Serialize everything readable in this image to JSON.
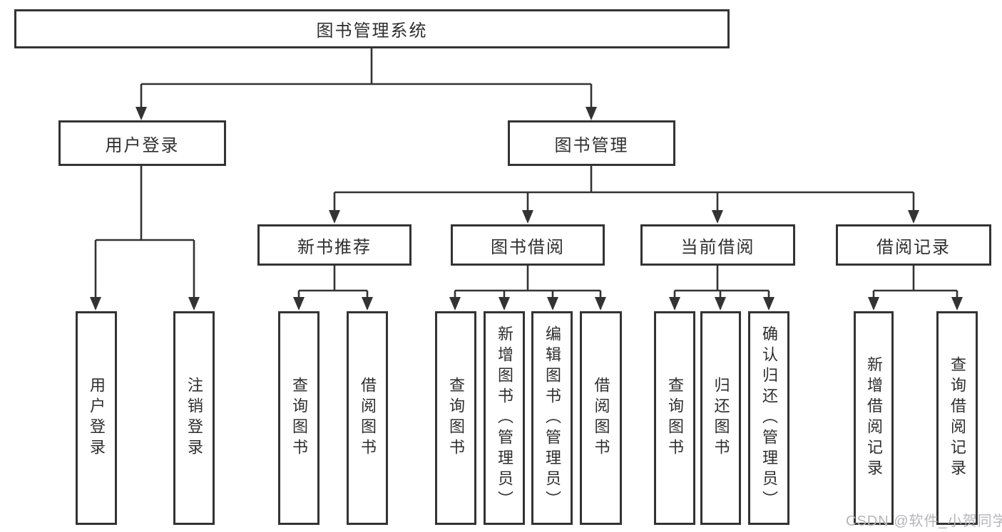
{
  "diagram": {
    "root": {
      "label": "图书管理系统"
    },
    "branches": [
      {
        "label": "用户登录",
        "children": [
          {
            "label": "用户登录"
          },
          {
            "label": "注销登录"
          }
        ]
      },
      {
        "label": "图书管理",
        "children": [
          {
            "label": "新书推荐",
            "children": [
              {
                "label": "查询图书"
              },
              {
                "label": "借阅图书"
              }
            ]
          },
          {
            "label": "图书借阅",
            "children": [
              {
                "label": "查询图书"
              },
              {
                "label": "新增图书（管理员）"
              },
              {
                "label": "编辑图书（管理员）"
              },
              {
                "label": "借阅图书"
              }
            ]
          },
          {
            "label": "当前借阅",
            "children": [
              {
                "label": "查询图书"
              },
              {
                "label": "归还图书"
              },
              {
                "label": "确认归还（管理员）"
              }
            ]
          },
          {
            "label": "借阅记录",
            "children": [
              {
                "label": "新增借阅记录"
              },
              {
                "label": "查询借阅记录"
              }
            ]
          }
        ]
      }
    ]
  },
  "watermark": {
    "text": "CSDN @软件_小贺同学"
  },
  "colors": {
    "line": "#333333",
    "box_border": "#333333",
    "box_fill": "#ffffff",
    "text": "#2e2e2e",
    "watermark": "#b6b6ba"
  }
}
